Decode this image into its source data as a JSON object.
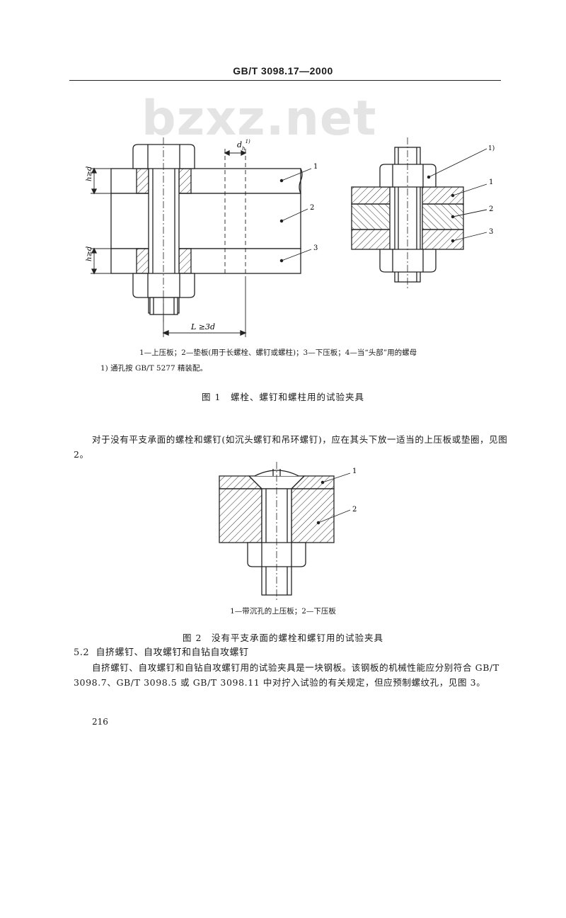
{
  "header": {
    "std_code": "GB/T 3098.17—2000"
  },
  "watermark": {
    "text": "bzxz.net"
  },
  "figure1": {
    "dim_h_top": "h≥d",
    "dim_h_bottom": "h≥d",
    "dim_dh": "d",
    "dim_dh_sub": "h",
    "dim_dh_sup": "1)",
    "dim_L": "L ≥3d",
    "callouts_left": [
      "1",
      "2",
      "3"
    ],
    "callouts_right": [
      "1)",
      "1",
      "2",
      "3"
    ],
    "legend": "1—上压板；2—垫板(用于长螺栓、螺钉或螺柱)；3—下压板；4—当“头部”用的螺母",
    "footnote": "1) 通孔按 GB/T 5277 精装配。",
    "caption": "图 1　螺栓、螺钉和螺柱用的试验夹具"
  },
  "paragraph1": "对于没有平支承面的螺栓和螺钉(如沉头螺钉和吊环螺钉)，应在其头下放一适当的上压板或垫圈，见图 2。",
  "figure2": {
    "callouts": [
      "1",
      "2"
    ],
    "legend": "1—带沉孔的上压板；2—下压板",
    "caption": "图 2　没有平支承面的螺栓和螺钉用的试验夹具"
  },
  "section": {
    "number": "5.2",
    "title": "自挤螺钉、自攻螺钉和自钻自攻螺钉"
  },
  "paragraph2": "自挤螺钉、自攻螺钉和自钻自攻螺钉用的试验夹具是一块钢板。该钢板的机械性能应分别符合 GB/T 3098.7、GB/T 3098.5 或 GB/T 3098.11 中对拧入试验的有关规定，但应预制螺纹孔，见图 3。",
  "page_number": "216"
}
